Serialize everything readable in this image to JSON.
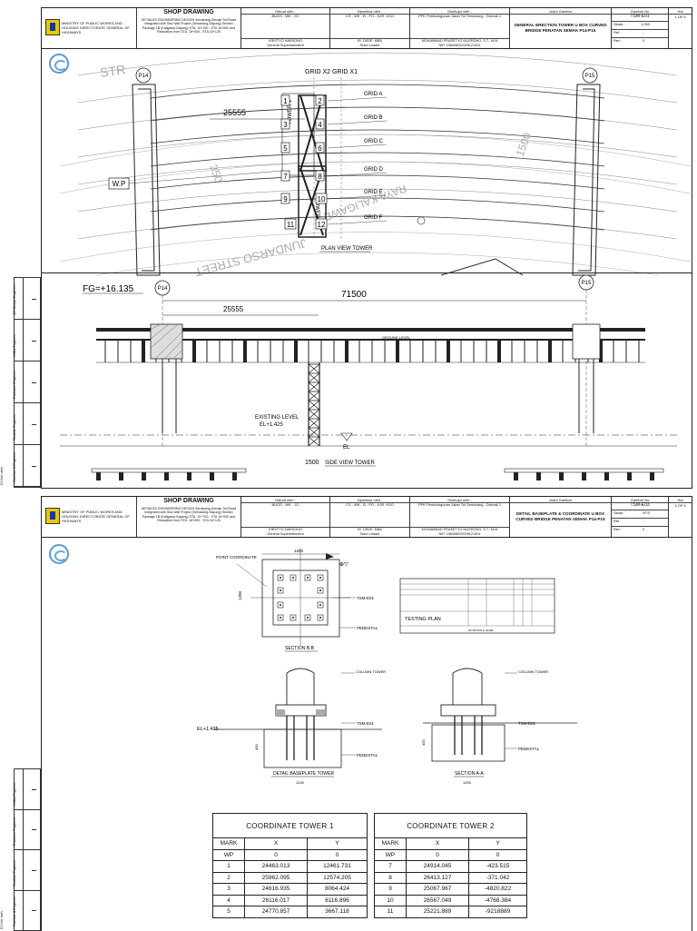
{
  "titleblock": {
    "ministry": "MINISTRY OF PUBLIC WORKS AND HOUSING DIRECTORATE GENERAL OF HIGHWAYS",
    "sd_title": "SHOP DRAWING",
    "sd_sub": "DETAILED ENGINEERING DESIGN Semarang-Demak Toll Road Integrated with Sea Wall Project (Semarang-Sayung) Section Package 1B (Kaligawe-Sayung) STA. 10+700 - STA 16+000 and Relocation from STA. 16+000 - STA 16+125",
    "dibuat_hdr": "Dibuat oleh :",
    "dibuat_val": "BUGS - WK - JO",
    "dibuat_foot": "General Superintendent",
    "dibuat_foot_name": "KRISTYO HARSONO",
    "diperiksa_hdr": "Diperiksa oleh :",
    "diperiksa_val": "CS - WK - B - PO - KJR. KSO",
    "diperiksa_foot": "Team Leader",
    "diperiksa_foot_name": "IR. DEDE. MBA",
    "disetujui_hdr": "Disetujui oleh :",
    "disetujui_val": "PPK Pembangunan Jalan Tol Semarang - Demak 1",
    "disetujui_foot": "NIP. 198408202009121001",
    "disetujui_foot_name": "MOHAMMAD PRASETYO NUGROHO, S.T., M.M",
    "judul_hdr": "Judul Gambar",
    "gambar_hdr": "Gambar No",
    "hal_hdr": "Hal",
    "skala_lbl": "Skala :",
    "ref_lbl": "Ref :",
    "rev_lbl": "Rev :",
    "rev_val": "0",
    "ref_val": "-"
  },
  "sheet1": {
    "judul": "GENERAL ERECTION TOWER U BOX CURVED BRIDGE PENATAN SEMAK P14-P15",
    "gambar_no": "TSM-E01",
    "hal": "1 OF 6",
    "skala": "1:250",
    "plan": {
      "grid_top": "GRID X2  GRID X1",
      "dim": "25555",
      "grids": [
        "GRID A",
        "GRID B",
        "GRID C",
        "GRID D",
        "GRID E",
        "GRID F"
      ],
      "marks_left": [
        "1",
        "3",
        "5",
        "7",
        "9",
        "11"
      ],
      "marks_right": [
        "2",
        "4",
        "6",
        "8",
        "10",
        "12"
      ],
      "tower1": "TOWER 1",
      "tower2": "TOWER 2",
      "wp": "W.P",
      "caption": "PLAN VIEW TOWER",
      "street1": "STR",
      "street2": "RAYA KALIGAWE",
      "street3": "JUNDARSO STREET",
      "dim_left": "350",
      "dim_right": "1500",
      "p14": "P14",
      "p15": "P15"
    },
    "side": {
      "fg": "FG=+16.135",
      "span": "71500",
      "dim": "25555",
      "p14": "P14",
      "p15": "P15",
      "existing": "EXISTING LEVEL",
      "existing_el": "EL+1.425",
      "el": "EL",
      "dim_bottom": "1500",
      "caption": "SIDE VIEW TOWER",
      "label_mid": "GROUND LEVEL"
    }
  },
  "sheet2": {
    "judul": "DETAIL BASEPLATE & COORDINATE U BOX CURVED BRIDGE PENATAN SEMAK P14-P15",
    "gambar_no": "TSM-E03",
    "hal": "3 OF 6",
    "skala": "NTS",
    "plan": {
      "point": "POINT COORDINATE",
      "dim_w": "1200",
      "dim_h": "1200",
      "tsm": "TSM-E01",
      "pedestal": "PEDESTAL",
      "caption": "SECTION B-B"
    },
    "detail": {
      "column": "COLUMN TOWER",
      "tsm": "TSM-E01",
      "pedestal": "PEDESTAL",
      "el": "EL+1.425",
      "dim400": "400",
      "dim_bot": "1200",
      "caption": "DETAIL BASEPLATE TOWER"
    },
    "section": {
      "column": "COLUMN TOWER",
      "tsm": "TSM-E01",
      "pedestal": "PEDESTAL",
      "dim400": "400",
      "dim_bot": "1200",
      "caption": "SECTION A-A"
    },
    "legend": {
      "title": "TESTING PLAN",
      "note": "ROTATION & LEVEL"
    },
    "table1": {
      "title": "COORDINATE TOWER 1",
      "headers": [
        "MARK",
        "X",
        "Y"
      ],
      "rows": [
        [
          "WP",
          "0",
          "0"
        ],
        [
          "1",
          "24463.013",
          "12461.731"
        ],
        [
          "2",
          "25962.095",
          "12574.205"
        ],
        [
          "3",
          "24616.935",
          "8064.424"
        ],
        [
          "4",
          "26116.017",
          "8116.896"
        ],
        [
          "5",
          "24770.857",
          "3667.118"
        ]
      ]
    },
    "table2": {
      "title": "COORDINATE TOWER 2",
      "headers": [
        "MARK",
        "X",
        "Y"
      ],
      "rows": [
        [
          "WP",
          "0",
          "0"
        ],
        [
          "7",
          "24914.045",
          "-423.515"
        ],
        [
          "8",
          "26413.127",
          "-371.042"
        ],
        [
          "9",
          "25067.967",
          "-4820.822"
        ],
        [
          "10",
          "26567.049",
          "-4768.384"
        ],
        [
          "11",
          "25221.889",
          "-9218889"
        ]
      ]
    }
  },
  "sidestrip": [
    "Gambar & Engineer",
    "Struktur Engineer",
    "Drainase Engineer",
    "Utility Engineer",
    "QC Bridge Engineer"
  ],
  "sidestrip_label": "Di Cek oleh :"
}
